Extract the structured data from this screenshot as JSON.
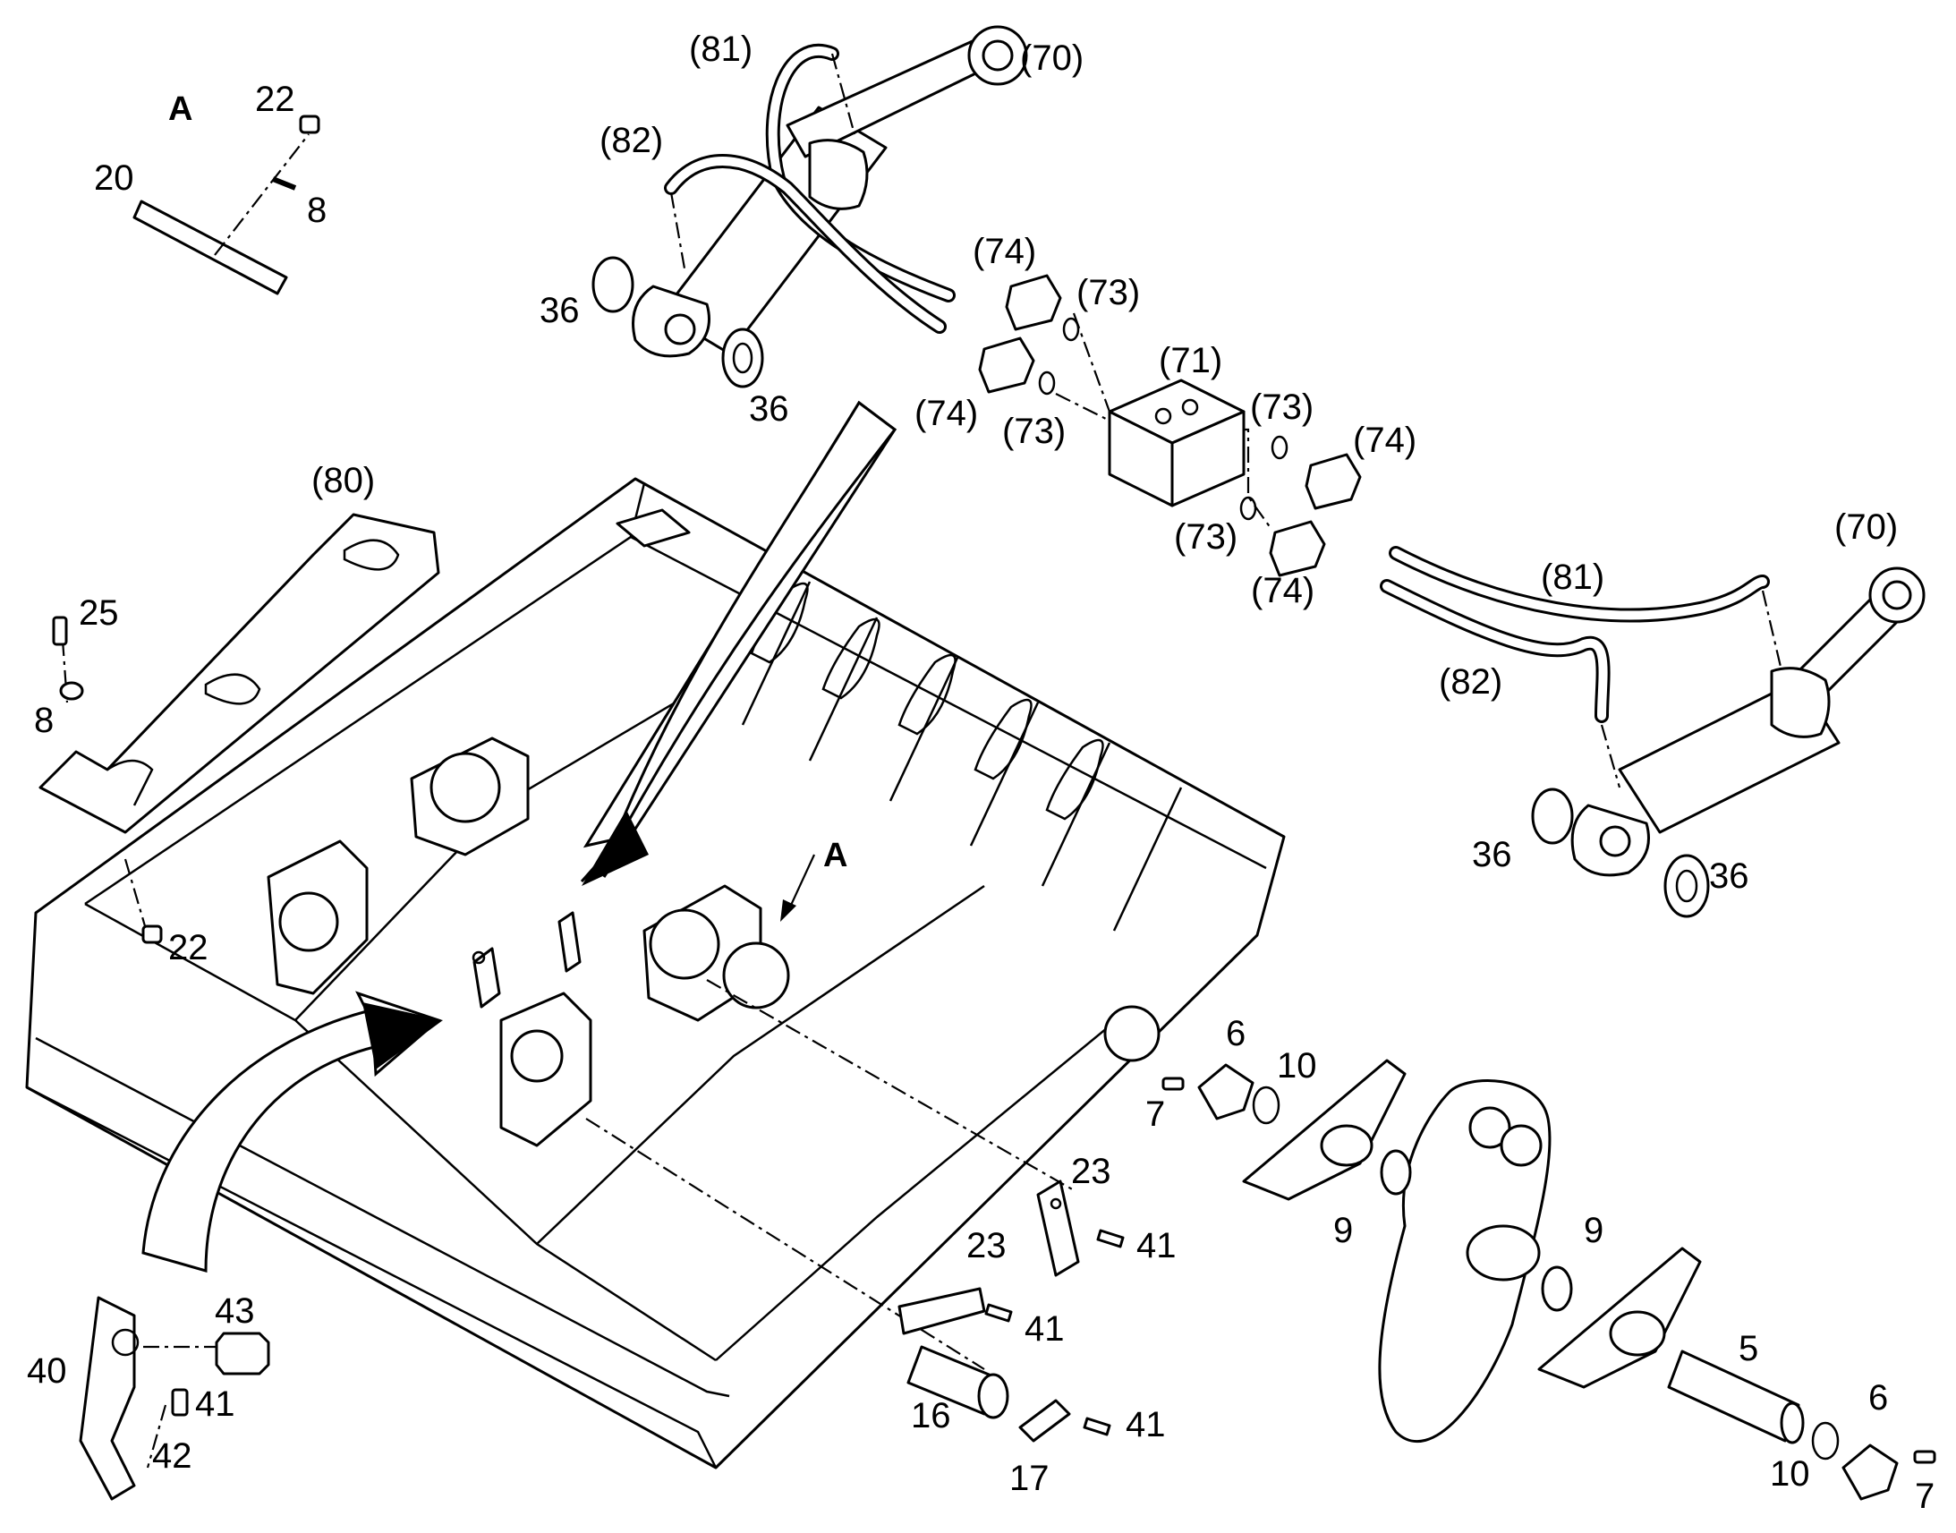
{
  "diagram": {
    "view_labels": [
      "A",
      "A"
    ],
    "callouts": {
      "c81a": "(81)",
      "c70a": "(70)",
      "c82a": "(82)",
      "c22a": "22",
      "c20": "20",
      "c8a": "8",
      "c74a": "(74)",
      "c73a": "(73)",
      "c36a": "36",
      "c36b": "36",
      "c71": "(71)",
      "c74b": "(74)",
      "c73b": "(73)",
      "c73c": "(73)",
      "c74c": "(74)",
      "c73d": "(73)",
      "c74d": "(74)",
      "c80": "(80)",
      "c70b": "(70)",
      "c81b": "(81)",
      "c82b": "(82)",
      "c25": "25",
      "c8b": "8",
      "c36c": "36",
      "c36d": "36",
      "c22b": "22",
      "c6a": "6",
      "c10a": "10",
      "c7a": "7",
      "c23a": "23",
      "c41a": "41",
      "c9a": "9",
      "c9b": "9",
      "c23b": "23",
      "c41b": "41",
      "c5": "5",
      "c43": "43",
      "c40": "40",
      "c41c": "41",
      "c42": "42",
      "c16": "16",
      "c17": "17",
      "c41d": "41",
      "c6b": "6",
      "c10b": "10",
      "c7b": "7"
    },
    "icons": [
      "hydraulic-cylinder",
      "hose",
      "flange-clamp",
      "o-ring",
      "valve-block",
      "washer",
      "pin",
      "bolt",
      "bracket",
      "cover-plate",
      "frame"
    ]
  }
}
